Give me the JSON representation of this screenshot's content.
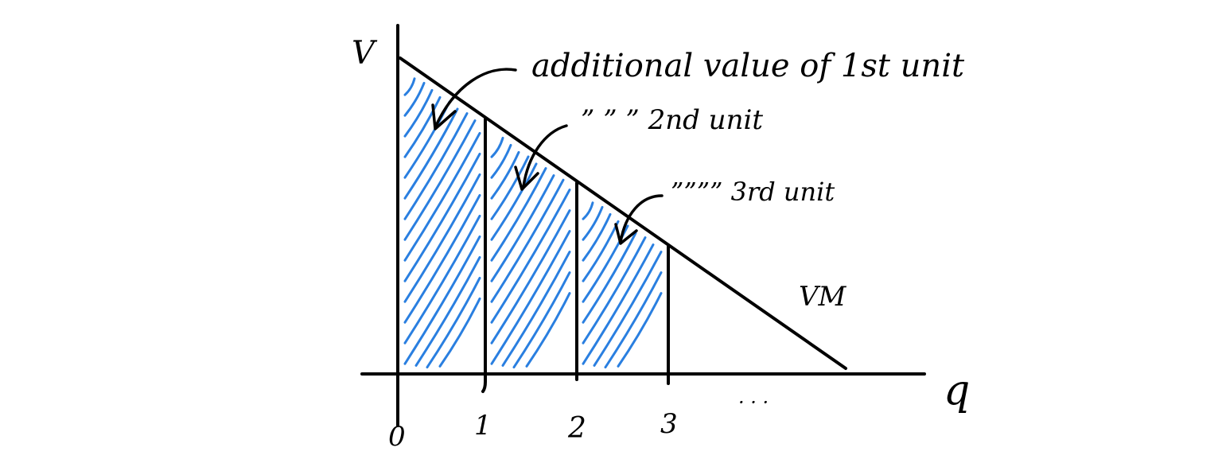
{
  "labels": {
    "v_axis": "V",
    "q_axis": "q",
    "curve": "VM",
    "ellipsis": "· · ·",
    "note_1": "additional value of 1st unit",
    "note_2": "” ” ” 2nd unit",
    "note_3": "”””” 3rd unit"
  },
  "ticks": [
    "0",
    "1",
    "2",
    "3"
  ],
  "colors": {
    "ink": "#000000",
    "hatch": "#2a7fe0"
  },
  "units_shaded": 3
}
